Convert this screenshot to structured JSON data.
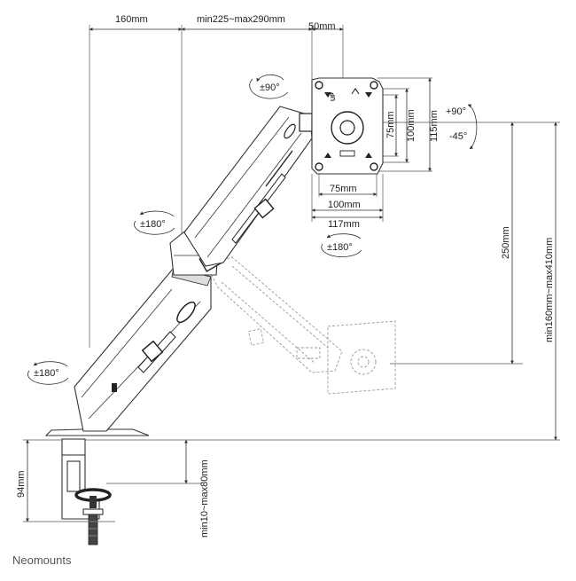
{
  "dimensions": {
    "arm_offset": "160mm",
    "arm_reach": "min225~max290mm",
    "plate_offset": "50mm",
    "vesa_h_small": "75mm",
    "vesa_h_large": "100mm",
    "plate_width": "117mm",
    "vesa_v_small": "75mm",
    "vesa_v_large": "100mm",
    "plate_height": "115mm",
    "height_travel": "250mm",
    "height_range": "min160mm~max410mm",
    "clamp_height": "94mm",
    "desk_thickness": "min10~max80mm"
  },
  "rotations": {
    "head_rotation": "±90°",
    "tilt_up": "+90°",
    "tilt_down": "-45°",
    "upper_arm_swivel": "±180°",
    "head_swivel": "±180°",
    "base_swivel": "±180°"
  },
  "plate_marking": "UP",
  "brand": "Neomounts"
}
